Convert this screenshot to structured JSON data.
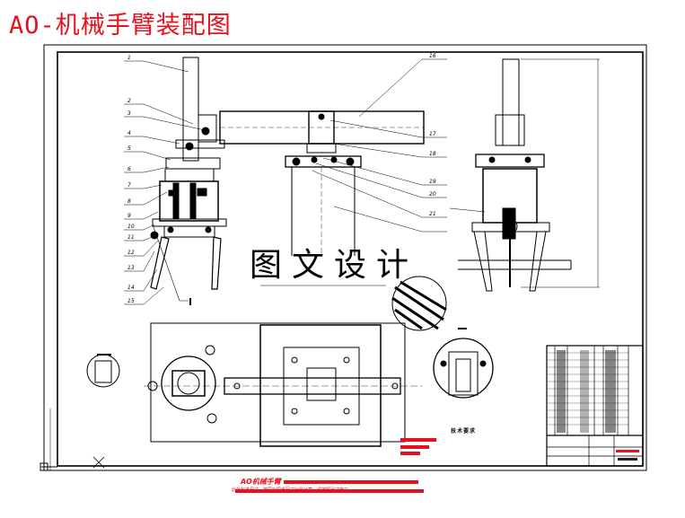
{
  "title": "AO-机械手臂装配图",
  "watermark": "图文设计",
  "footer": {
    "title": "AO机械手臂",
    "note": "此处标准尺寸，按原始图纸尺寸比例计算，请按照尺寸施工"
  },
  "sheet_note": "技术要求",
  "callouts_left": [
    "1",
    "2",
    "3",
    "4",
    "5",
    "6",
    "7",
    "8",
    "9",
    "10",
    "11",
    "12",
    "13",
    "14",
    "15"
  ],
  "callouts_right": [
    "16",
    "17",
    "18",
    "19",
    "20",
    "21"
  ],
  "colors": {
    "line": "#000000",
    "red": "#e8101e"
  }
}
